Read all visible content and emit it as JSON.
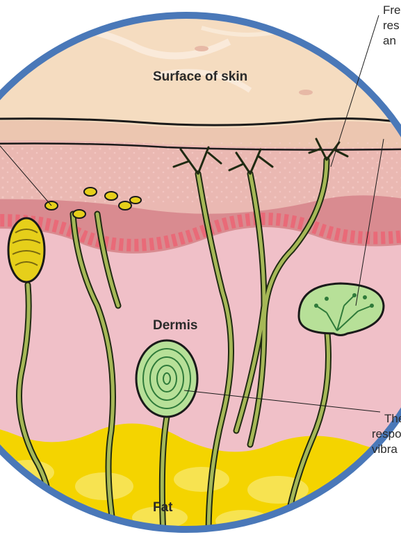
{
  "labels": {
    "surface": "Surface of skin",
    "dermis": "Dermis",
    "fat": "Fat"
  },
  "callouts": {
    "free_nerve_endings": [
      "Fre",
      "res",
      "an"
    ],
    "pressure_receptor": [
      "The",
      "respo",
      "vibra"
    ]
  },
  "colors": {
    "circle_border": "#4a78b8",
    "surface_skin": "#f5dcc0",
    "epidermis": "#eab8b2",
    "upper_dermis": "#d98b90",
    "dermis": "#f0c0c8",
    "fat": "#f4d400",
    "nerve": "#a6b857",
    "receptor_yellow": "#e6cf1a",
    "receptor_green": "#b7e098"
  }
}
